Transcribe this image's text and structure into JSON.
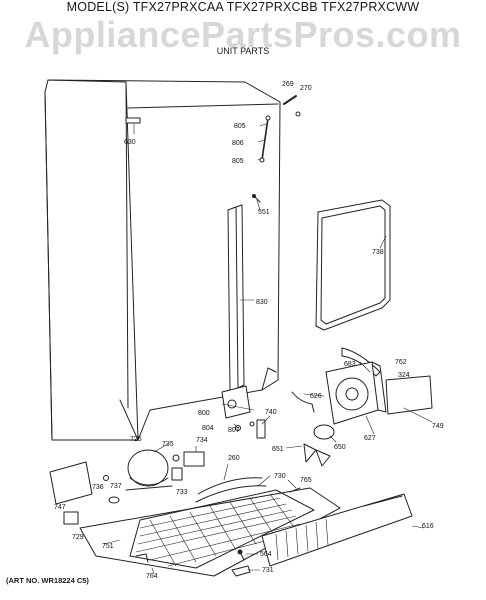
{
  "header": {
    "model": "MODEL(S) TFX27PRXCAA  TFX27PRXCBB  TFX27PRXCWW",
    "watermark": "AppliancePartsPros.com",
    "subtitle": "UNIT PARTS"
  },
  "footer": {
    "art_no": "(ART NO. WR18224 C5)"
  },
  "parts": [
    {
      "id": "269",
      "label": "269"
    },
    {
      "id": "270",
      "label": "270"
    },
    {
      "id": "630",
      "label": "630"
    },
    {
      "id": "805a",
      "label": "805"
    },
    {
      "id": "806",
      "label": "806"
    },
    {
      "id": "805b",
      "label": "805"
    },
    {
      "id": "551",
      "label": "551"
    },
    {
      "id": "738",
      "label": "738"
    },
    {
      "id": "830",
      "label": "830"
    },
    {
      "id": "762",
      "label": "762"
    },
    {
      "id": "683",
      "label": "683"
    },
    {
      "id": "324",
      "label": "324"
    },
    {
      "id": "626",
      "label": "626"
    },
    {
      "id": "800",
      "label": "800"
    },
    {
      "id": "740",
      "label": "740"
    },
    {
      "id": "749",
      "label": "749"
    },
    {
      "id": "804",
      "label": "804"
    },
    {
      "id": "807",
      "label": "807"
    },
    {
      "id": "725",
      "label": "725"
    },
    {
      "id": "735",
      "label": "735"
    },
    {
      "id": "734",
      "label": "734"
    },
    {
      "id": "651",
      "label": "651"
    },
    {
      "id": "650",
      "label": "650"
    },
    {
      "id": "627",
      "label": "627"
    },
    {
      "id": "260",
      "label": "260"
    },
    {
      "id": "730",
      "label": "730"
    },
    {
      "id": "736",
      "label": "736"
    },
    {
      "id": "737",
      "label": "737"
    },
    {
      "id": "733",
      "label": "733"
    },
    {
      "id": "765",
      "label": "765"
    },
    {
      "id": "747",
      "label": "747"
    },
    {
      "id": "616",
      "label": "616"
    },
    {
      "id": "751",
      "label": "751"
    },
    {
      "id": "729",
      "label": "729"
    },
    {
      "id": "564",
      "label": "564"
    },
    {
      "id": "731",
      "label": "731"
    },
    {
      "id": "764",
      "label": "764"
    }
  ]
}
